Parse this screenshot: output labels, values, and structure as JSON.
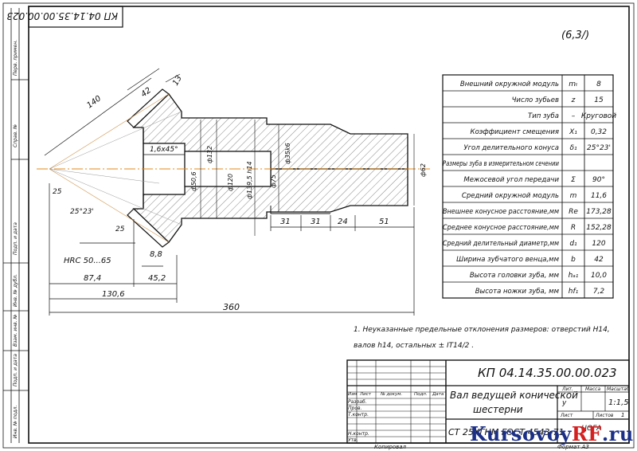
{
  "stamp_code_rotated": "КП 04.14.35.00.00.023",
  "roughness": "(6,3/)",
  "side_strip": [
    "Перв. примен.",
    "Справ. №",
    "Подп. и дата",
    "Инв. № дубл.",
    "Взам. инв. №",
    "Подп. и дата",
    "Инв. № подл."
  ],
  "dims": {
    "d140": "140",
    "d42": "42",
    "d13": "13",
    "ch": "1,6х45°",
    "a25a": "25",
    "a2523": "25°23'",
    "a25b": "25",
    "hrc": "HRC 50...65",
    "d88": "8,8",
    "d874": "87,4",
    "d452": "45,2",
    "d1306": "130,6",
    "d360": "360",
    "d31a": "31",
    "d31b": "31",
    "d24": "24",
    "d51": "51",
    "phi506": "ф50,6",
    "phi132": "ф132",
    "phi120": "ф120",
    "phi1395": "ф139,5 h14",
    "phi75": "ф75",
    "phi35k6": "ф35k6",
    "phi62": "ф62"
  },
  "params": [
    {
      "name": "Внешний окружной модуль",
      "sym": "mₜ",
      "val": "8"
    },
    {
      "name": "Число зубьев",
      "sym": "z",
      "val": "15"
    },
    {
      "name": "Тип зуба",
      "sym": "–",
      "val": "Круговой"
    },
    {
      "name": "Коэффициент смещения",
      "sym": "X₁",
      "val": "0,32"
    },
    {
      "name": "Угол делительного конуса",
      "sym": "δ₁",
      "val": "25°23'"
    },
    {
      "name": "Размеры зуба в измерительном сечении",
      "sym": "",
      "val": ""
    },
    {
      "name": "Межосевой угол передачи",
      "sym": "Σ",
      "val": "90°"
    },
    {
      "name": "Средний окружной модуль",
      "sym": "m",
      "val": "11,6"
    },
    {
      "name": "Внешнее конусное расстояние,мм",
      "sym": "Re",
      "val": "173,28"
    },
    {
      "name": "Среднее конусное расстояние,мм",
      "sym": "R",
      "val": "152,28"
    },
    {
      "name": "Средний делительный диаметр,мм",
      "sym": "d₁",
      "val": "120"
    },
    {
      "name": "Ширина зубчатого венца,мм",
      "sym": "b",
      "val": "42"
    },
    {
      "name": "Высота головки зуба, мм",
      "sym": "hₐ₁",
      "val": "10,0"
    },
    {
      "name": "Высота ножки зуба, мм",
      "sym": "hf₁",
      "val": "7,2"
    }
  ],
  "note1": "1. Неуказанные предельные отклонения размеров: отверстий Н14,",
  "note2": "валов h14, остальных ± IT14/2 .",
  "title_block": {
    "code": "КП 04.14.35.00.00.023",
    "name1": "Вал ведущей конической",
    "name2": "шестерни",
    "material": "СТ 25ХГНМ ГОСТ 4543-71",
    "col_lit": "Лит.",
    "col_mass": "Масса",
    "col_scale": "Масштаб",
    "lit": "у",
    "mass": "",
    "scale": "1:1,5",
    "sheet_lbl": "Лист",
    "sheets_lbl": "Листов",
    "sheets": "1",
    "org": "ЦОГА",
    "rows": [
      "Изм",
      "Лист",
      "№ докум.",
      "Подп.",
      "Дата"
    ],
    "roles": [
      "Разраб.",
      "Пров.",
      "Т.контр.",
      "",
      "Н.контр.",
      "Утв."
    ],
    "copied": "Копировал",
    "format": "Формат А3"
  },
  "watermark_a": "Kursovoy",
  "watermark_b": "RF",
  "watermark_c": ".ru"
}
